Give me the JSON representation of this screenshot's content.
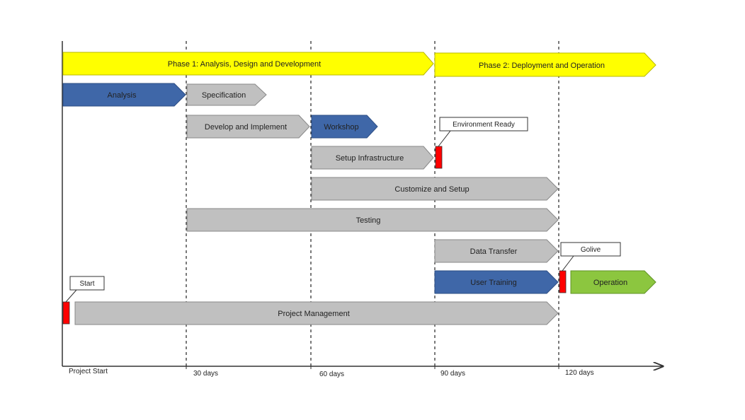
{
  "phases": [
    {
      "label": "Phase 1: Analysis, Design and Development",
      "color": "#ffff00"
    },
    {
      "label": "Phase 2: Deployment and Operation",
      "color": "#ffff00"
    }
  ],
  "tasks": [
    {
      "name": "analysis",
      "label": "Analysis",
      "color": "#3f67a8"
    },
    {
      "name": "specification",
      "label": "Specification",
      "color": "#c0c0c0"
    },
    {
      "name": "develop-and-implement",
      "label": "Develop and Implement",
      "color": "#c0c0c0"
    },
    {
      "name": "workshop",
      "label": "Workshop",
      "color": "#3f67a8"
    },
    {
      "name": "setup-infrastructure",
      "label": "Setup Infrastructure",
      "color": "#c0c0c0"
    },
    {
      "name": "customize-and-setup",
      "label": "Customize and Setup",
      "color": "#c0c0c0"
    },
    {
      "name": "testing",
      "label": "Testing",
      "color": "#c0c0c0"
    },
    {
      "name": "data-transfer",
      "label": "Data Transfer",
      "color": "#c0c0c0"
    },
    {
      "name": "user-training",
      "label": "User Training",
      "color": "#3f67a8"
    },
    {
      "name": "operation",
      "label": "Operation",
      "color": "#8cc63f"
    },
    {
      "name": "project-management",
      "label": "Project Management",
      "color": "#c0c0c0"
    }
  ],
  "milestones": [
    {
      "name": "environment-ready",
      "label": "Environment Ready",
      "color": "#ff0000"
    },
    {
      "name": "golive",
      "label": "Golive",
      "color": "#ff0000"
    },
    {
      "name": "start",
      "label": "Start",
      "color": "#ff0000"
    }
  ],
  "axis": {
    "ticks": [
      "Project Start",
      "30 days",
      "60 days",
      "90 days",
      "120 days"
    ]
  }
}
